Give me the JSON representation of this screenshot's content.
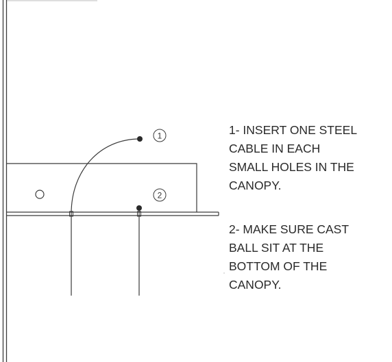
{
  "callouts": {
    "one": "1",
    "two": "2"
  },
  "instructions": {
    "step1": "1-  INSERT ONE STEEL\nCABLE IN EACH\nSMALL HOLES IN THE\nCANOPY.",
    "step2": "2-  MAKE SURE CAST\nBALL SIT AT THE\nBOTTOM OF THE\nCANOPY."
  },
  "colors": {
    "line": "#3a3a3a",
    "text": "#2a2a2a"
  }
}
